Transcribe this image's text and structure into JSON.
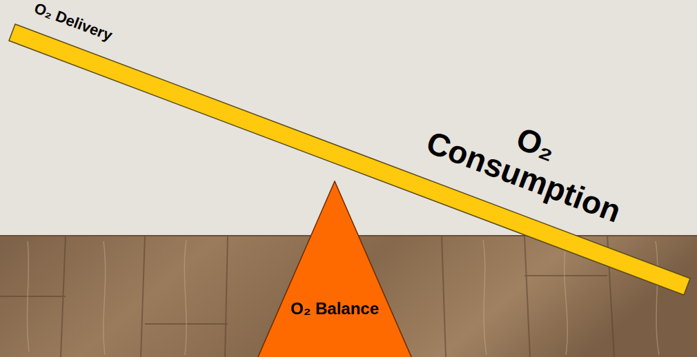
{
  "diagram": {
    "nodes": [
      {
        "text": [
          "O₂ Balance"
        ]
      }
    ],
    "labels": [
      "O₂ Delivery",
      "O₂ Consumption"
    ]
  }
}
